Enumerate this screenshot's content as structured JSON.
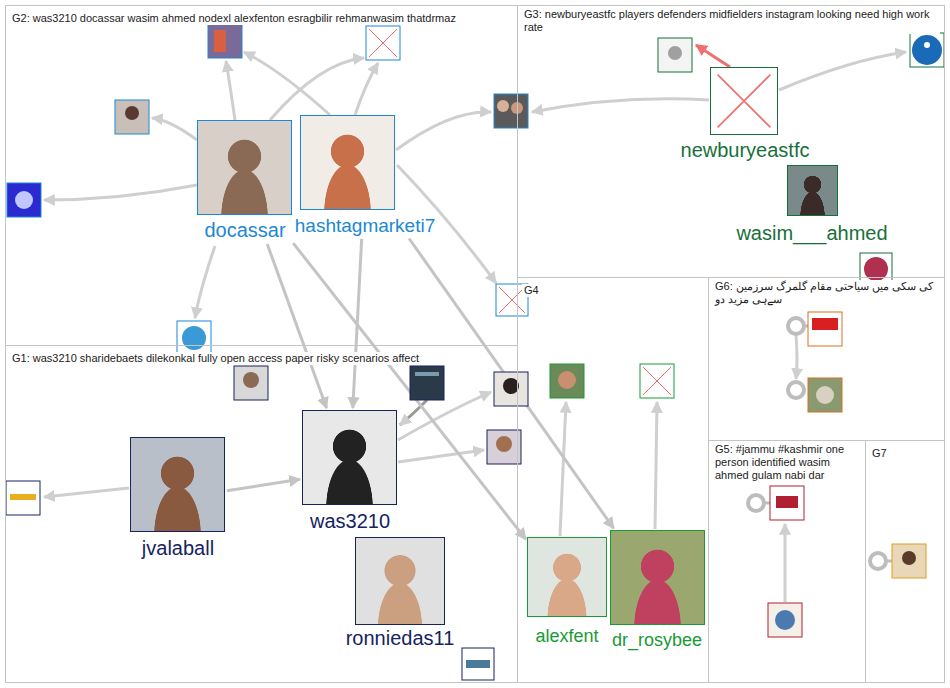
{
  "diagram": {
    "nodes": [
      {
        "text": [
          "G2: was3210 docassar wasim ahmed nodexl alexfenton esragbilir rehmanwasim thatdrmaz"
        ]
      },
      {
        "text": [
          "docassar"
        ],
        "in": 0
      },
      {
        "text": [
          "hashtagmarketi7"
        ],
        "in": 0
      },
      {
        "text": [
          "G3: newburyeastfc players defenders midfielders instagram looking need high work rate"
        ]
      },
      {
        "text": [
          "newburyeastfc"
        ],
        "in": 3
      },
      {
        "text": [
          "wasim___ahmed"
        ],
        "in": 3
      },
      {
        "text": [
          "G1: was3210 sharidebaets dilekonkal fully open access paper risky scenarios affect"
        ]
      },
      {
        "text": [
          "was3210"
        ],
        "in": 6
      },
      {
        "text": [
          "jvalaball"
        ],
        "in": 6
      },
      {
        "text": [
          "ronniedas11"
        ],
        "in": 6
      },
      {
        "text": [
          "G4"
        ]
      },
      {
        "text": [
          "alexfent"
        ],
        "in": 10
      },
      {
        "text": [
          "dr_rosybee"
        ],
        "in": 10
      },
      {
        "text": [
          "G6: کی سکی میں سیاحتی مقام گلمرگ سرزمین سےہی مزید دو"
        ]
      },
      {
        "text": [
          "G5: #jammu #kashmir one person identified wasim ahmed gulam nabi dar"
        ]
      },
      {
        "text": [
          "G7"
        ]
      }
    ],
    "edges": [
      {
        "from": 1,
        "to": 7,
        "arrow": "to"
      },
      {
        "from": 2,
        "to": 7,
        "arrow": "to"
      },
      {
        "from": 8,
        "to": 7,
        "arrow": "to"
      },
      {
        "from": 1,
        "to": 11,
        "arrow": "to"
      },
      {
        "from": 2,
        "to": 12,
        "arrow": "to"
      }
    ]
  }
}
